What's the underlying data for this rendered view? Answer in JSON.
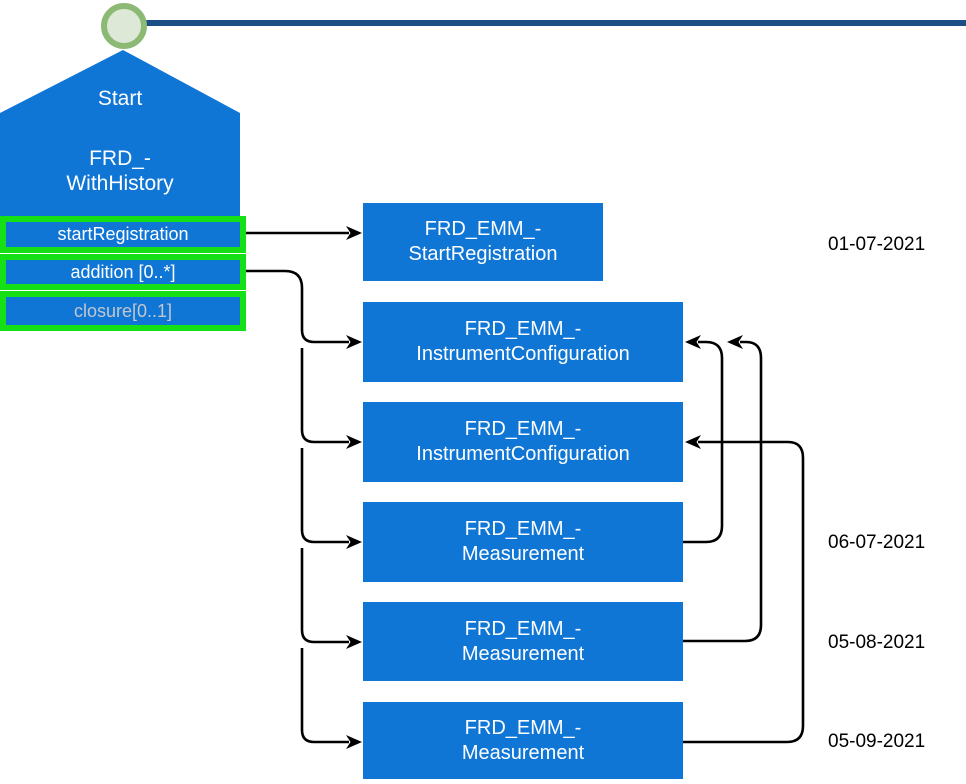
{
  "diagram": {
    "start_node": {
      "title": "Start",
      "name_line1": "FRD_-",
      "name_line2": "WithHistory",
      "rows": [
        {
          "label": "startRegistration",
          "highlighted": true,
          "muted": false
        },
        {
          "label": "addition [0..*]",
          "highlighted": true,
          "muted": false
        },
        {
          "label": "closure[0..1]",
          "highlighted": true,
          "muted": true
        }
      ]
    },
    "event_boxes": [
      {
        "line1": "FRD_EMM_-",
        "line2": "StartRegistration"
      },
      {
        "line1": "FRD_EMM_-",
        "line2": "InstrumentConfiguration"
      },
      {
        "line1": "FRD_EMM_-",
        "line2": "InstrumentConfiguration"
      },
      {
        "line1": "FRD_EMM_-",
        "line2": "Measurement"
      },
      {
        "line1": "FRD_EMM_-",
        "line2": "Measurement"
      },
      {
        "line1": "FRD_EMM_-",
        "line2": "Measurement"
      }
    ],
    "dates": [
      "01-07-2021",
      "06-07-2021",
      "05-08-2021",
      "05-09-2021"
    ],
    "connections": {
      "from_startRegistration": [
        "FRD_EMM_-StartRegistration"
      ],
      "from_addition": [
        "FRD_EMM_-InstrumentConfiguration (1)",
        "FRD_EMM_-InstrumentConfiguration (2)",
        "FRD_EMM_-Measurement (06-07-2021)",
        "FRD_EMM_-Measurement (05-08-2021)",
        "FRD_EMM_-Measurement (05-09-2021)"
      ],
      "back_references": [
        "Measurement 06-07-2021 -> InstrumentConfiguration (1)",
        "Measurement 05-08-2021 -> InstrumentConfiguration (1)",
        "Measurement 05-09-2021 -> InstrumentConfiguration (2)"
      ]
    },
    "colors": {
      "box_blue": "#0f76d6",
      "highlight_green": "#15e015",
      "timeline_navy": "#1b4e84",
      "circle_ring_green": "#8cba74",
      "circle_fill_green": "#dde9d6",
      "muted_row_text": "#c3c7cb",
      "wire_black": "#000000"
    }
  }
}
